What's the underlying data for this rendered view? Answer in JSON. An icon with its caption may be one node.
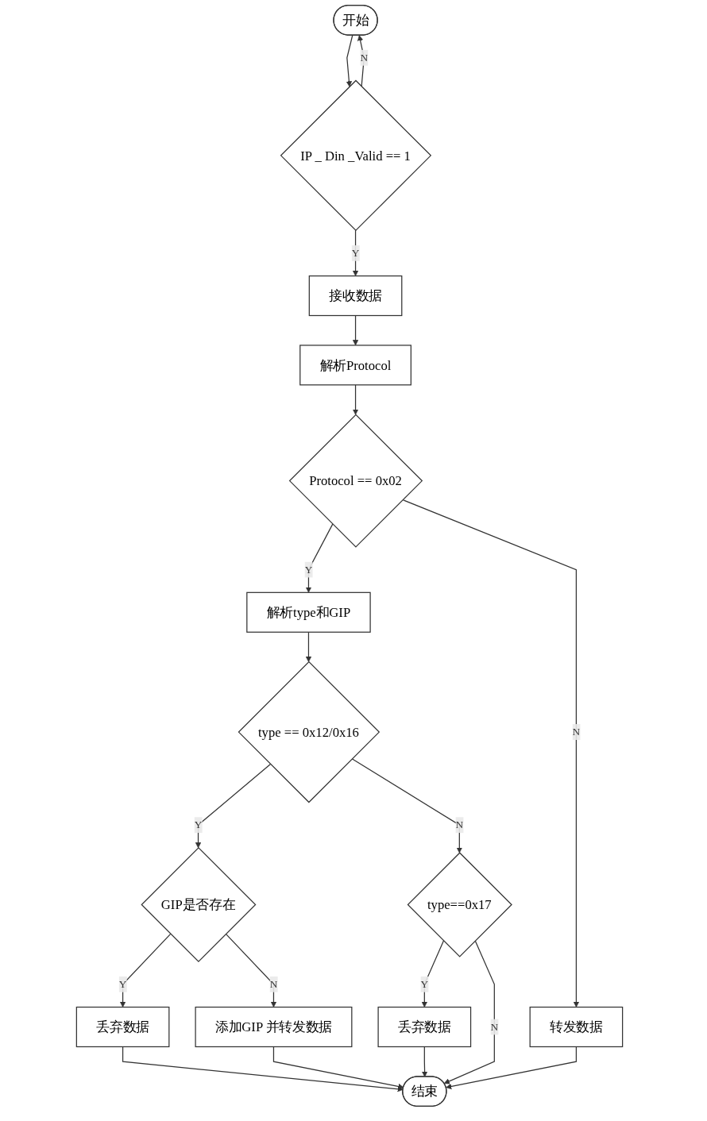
{
  "diagram": {
    "nodes": [
      {
        "text": [
          "开始"
        ]
      },
      {
        "text": [
          "IP _ Din _Valid == 1"
        ]
      },
      {
        "text": [
          "接收数据"
        ]
      },
      {
        "text": [
          "解析Protocol"
        ]
      },
      {
        "text": [
          "Protocol == 0x02"
        ]
      },
      {
        "text": [
          "解析type和GIP"
        ]
      },
      {
        "text": [
          "转发数据"
        ]
      },
      {
        "text": [
          "type == 0x12/0x16"
        ]
      },
      {
        "text": [
          "type==0x17"
        ]
      },
      {
        "text": [
          "GIP是否存在"
        ]
      },
      {
        "text": [
          "丢弃数据"
        ]
      },
      {
        "text": [
          "添加GIP 并转发数据"
        ]
      },
      {
        "text": [
          "丢弃数据"
        ]
      },
      {
        "text": [
          "结束"
        ]
      }
    ],
    "edges": [
      {
        "from": 0,
        "to": 1,
        "arrow": "to"
      },
      {
        "from": 1,
        "to": 0,
        "arrow": "to",
        "label": "N"
      },
      {
        "from": 1,
        "to": 2,
        "arrow": "to",
        "label": "Y"
      },
      {
        "from": 2,
        "to": 3,
        "arrow": "to"
      },
      {
        "from": 3,
        "to": 4,
        "arrow": "to"
      },
      {
        "from": 4,
        "to": 5,
        "arrow": "to",
        "label": "Y"
      },
      {
        "from": 4,
        "to": 6,
        "arrow": "to",
        "label": "N"
      },
      {
        "from": 5,
        "to": 7,
        "arrow": "to"
      },
      {
        "from": 7,
        "to": 9,
        "arrow": "to",
        "label": "Y"
      },
      {
        "from": 7,
        "to": 8,
        "arrow": "to",
        "label": "N"
      },
      {
        "from": 8,
        "to": 12,
        "arrow": "to",
        "label": "Y"
      },
      {
        "from": 8,
        "to": 13,
        "arrow": "to",
        "label": "N"
      },
      {
        "from": 6,
        "to": 13,
        "arrow": "to"
      },
      {
        "from": 9,
        "to": 10,
        "arrow": "to",
        "label": "Y"
      },
      {
        "from": 9,
        "to": 11,
        "arrow": "to",
        "label": "N"
      },
      {
        "from": 10,
        "to": 13,
        "arrow": "to"
      },
      {
        "from": 11,
        "to": 13,
        "arrow": "to"
      },
      {
        "from": 12,
        "to": 13,
        "arrow": "to"
      }
    ]
  }
}
